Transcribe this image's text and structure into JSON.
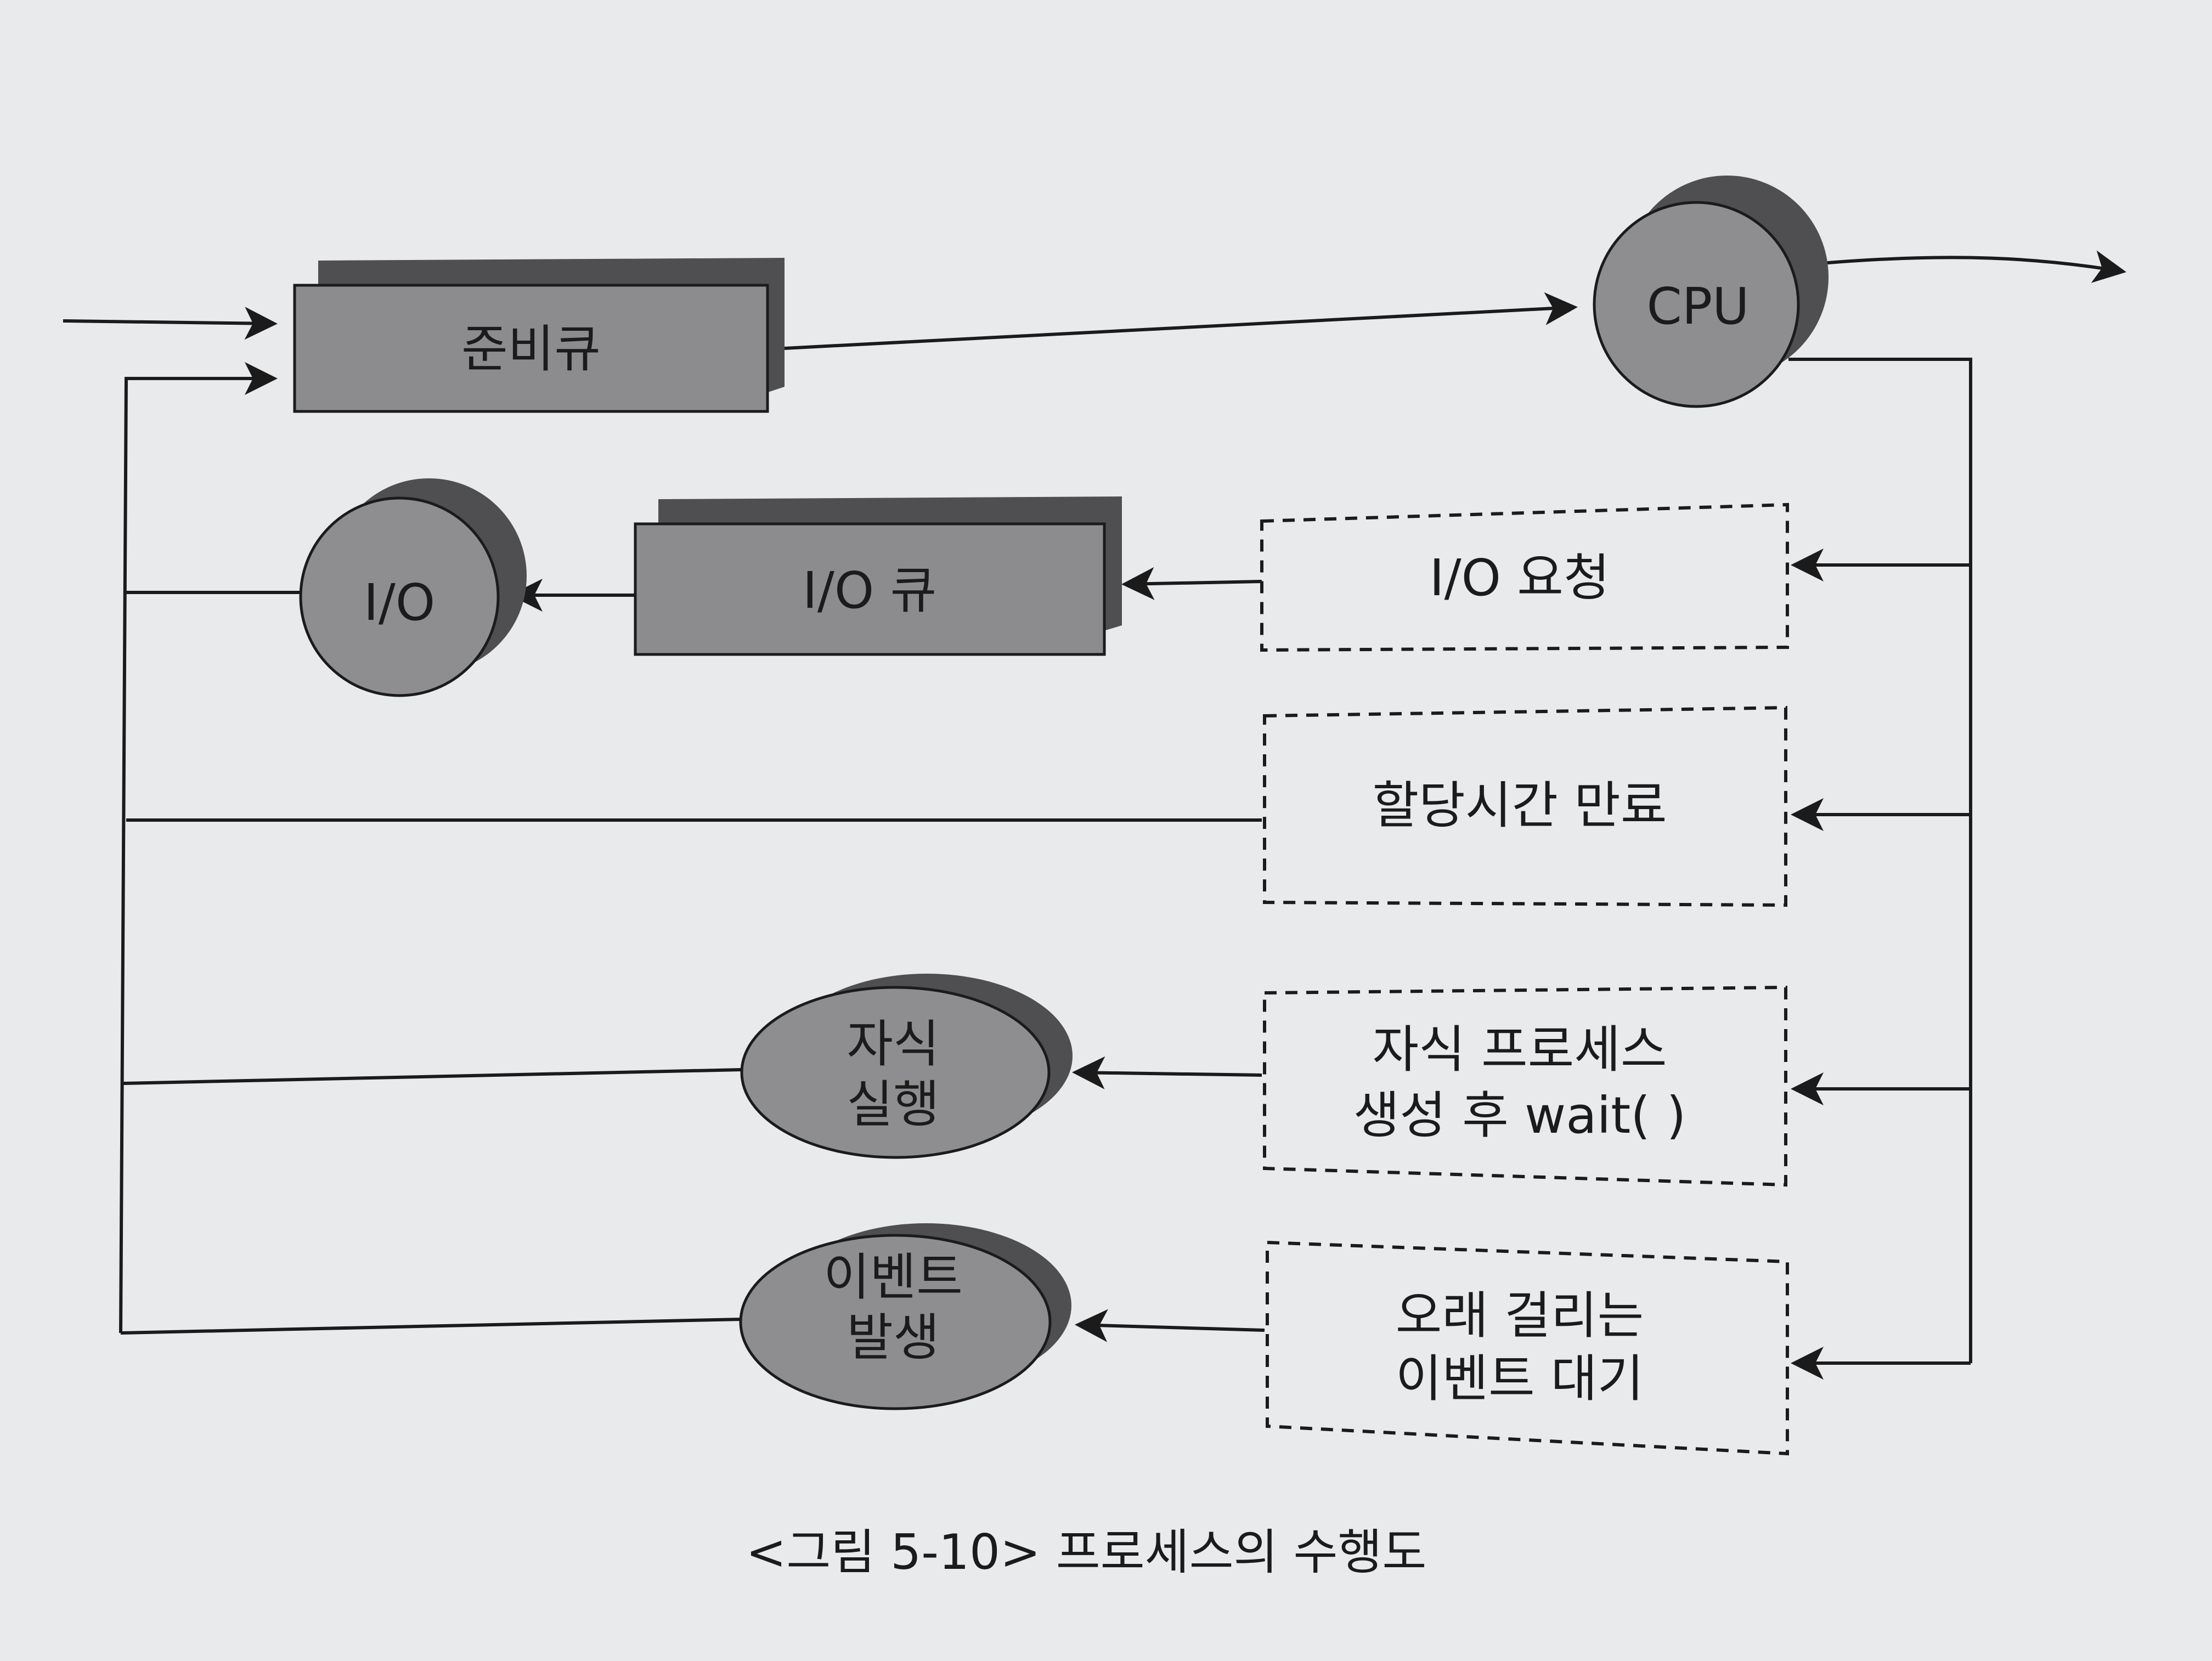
{
  "nodes": {
    "ready_queue": "준비큐",
    "cpu": "CPU",
    "io_device": "I/O",
    "io_queue": "I/O 큐",
    "child_exec": [
      "자식",
      "실행"
    ],
    "event_occur": [
      "이벤트",
      "발생"
    ]
  },
  "conditions": {
    "io_request": "I/O 요청",
    "time_expired": "할당시간 만료",
    "child_wait": [
      "자식 프로세스",
      "생성 후 wait(  )"
    ],
    "long_event_wait": [
      "오래 걸리는",
      "이벤트 대기"
    ]
  },
  "caption": "<그림 5-10> 프로세스의 수행도",
  "colors": {
    "page": "#e9eaec",
    "box_fill": "#8c8c8e",
    "box_shadow": "#4f4f52",
    "ellipse_fill": "#8e8e90",
    "line": "#1b1b1b"
  }
}
